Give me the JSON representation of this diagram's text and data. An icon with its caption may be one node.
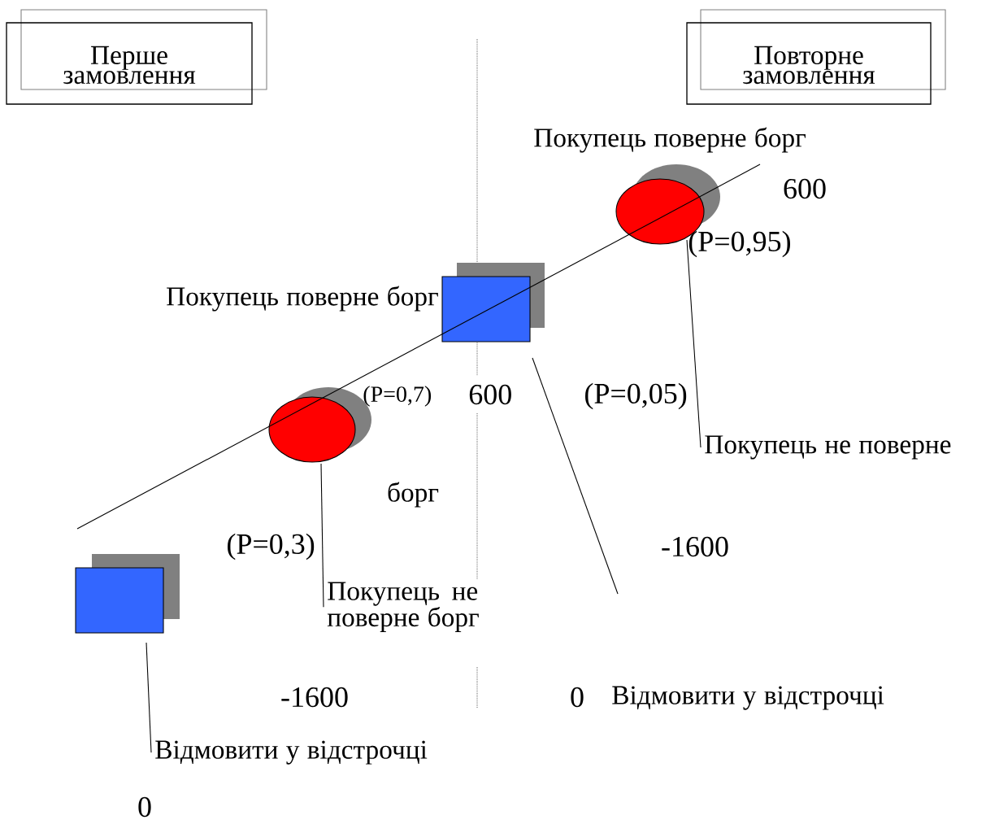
{
  "diagram": {
    "nodes": [
      {
        "text": [
          "Перше замовлення"
        ]
      },
      {
        "text": [
          "Повторне замовлення"
        ]
      },
      {
        "text": [],
        "shape": "box"
      },
      {
        "text": [],
        "shape": "circle"
      },
      {
        "text": [],
        "shape": "box"
      },
      {
        "text": [],
        "shape": "circle"
      },
      {
        "text": [
          "Відмовити у відстрочці"
        ]
      },
      {
        "text": [
          "Покупець не поверне борг"
        ]
      },
      {
        "text": [
          "Покупець не поверне"
        ]
      }
    ],
    "edges": [
      {
        "from": 2,
        "to": 3,
        "arrow": "none"
      },
      {
        "from": 3,
        "to": 4,
        "arrow": "none"
      },
      {
        "from": 4,
        "to": 5,
        "arrow": "none"
      },
      {
        "from": 5,
        "to": null,
        "arrow": "none"
      },
      {
        "from": 2,
        "to": 6,
        "arrow": "none"
      },
      {
        "from": 3,
        "to": 7,
        "arrow": "none"
      },
      {
        "from": 4,
        "to": null,
        "arrow": "none"
      },
      {
        "from": 5,
        "to": 8,
        "arrow": "none"
      }
    ],
    "labels": [
      "Покупець поверне борг",
      "600",
      "(P=0,95)",
      "Покупець поверне борг",
      "(P=0,7)",
      "600",
      "(P=0,05)",
      "борг",
      "(P=0,3)",
      "-1600",
      "-1600",
      "0",
      "Відмовити у відстрочці",
      "0"
    ]
  }
}
